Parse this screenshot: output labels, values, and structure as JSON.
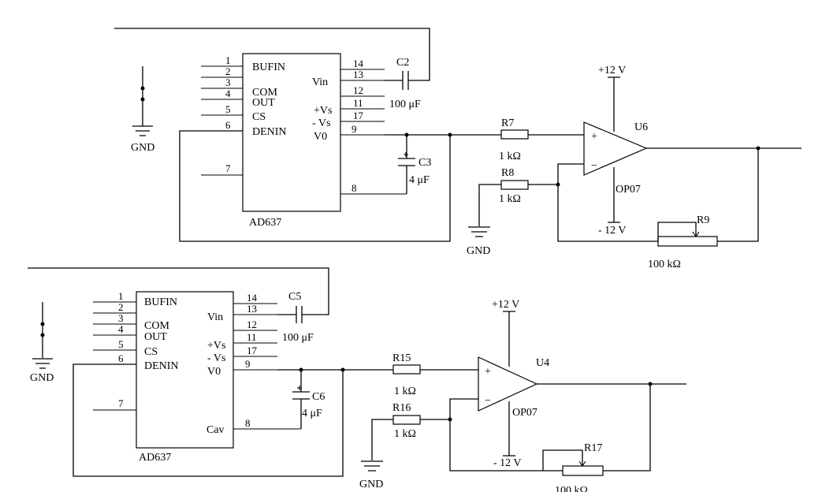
{
  "circuits": [
    {
      "chip": {
        "name": "AD637",
        "pin_labels": {
          "bufin": "BUFIN",
          "com": "COM",
          "out": "OUT",
          "cs": "CS",
          "denin": "DENIN",
          "vin": "Vin",
          "vs_pos": "+Vs",
          "vs_neg": "- Vs",
          "v0": "V0"
        },
        "pins": {
          "p1": "1",
          "p2": "2",
          "p3": "3",
          "p4": "4",
          "p5": "5",
          "p6": "6",
          "p7": "7",
          "p8": "8",
          "p9": "9",
          "p11": "11",
          "p12": "12",
          "p13": "13",
          "p14": "14",
          "p17": "17"
        }
      },
      "c_in": {
        "ref": "C2",
        "value": "100 μF"
      },
      "c_avg": {
        "ref": "C3",
        "value": "4 μF"
      },
      "r_in": {
        "ref": "R7",
        "value": "1 kΩ"
      },
      "r_g": {
        "ref": "R8",
        "value": "1 kΩ"
      },
      "r_f": {
        "ref": "R9",
        "value": "100 kΩ"
      },
      "opamp": {
        "ref": "U6",
        "type": "OP07",
        "plus": "+",
        "minus": "−",
        "vpos": "+12 V",
        "vneg": "- 12 V"
      },
      "gnd": [
        "GND",
        "GND"
      ]
    },
    {
      "chip": {
        "name": "AD637",
        "pin_labels": {
          "bufin": "BUFIN",
          "com": "COM",
          "out": "OUT",
          "cs": "CS",
          "denin": "DENIN",
          "vin": "Vin",
          "vs_pos": "+Vs",
          "vs_neg": "- Vs",
          "v0": "V0",
          "cav": "Cav"
        },
        "pins": {
          "p1": "1",
          "p2": "2",
          "p3": "3",
          "p4": "4",
          "p5": "5",
          "p6": "6",
          "p7": "7",
          "p8": "8",
          "p9": "9",
          "p11": "11",
          "p12": "12",
          "p13": "13",
          "p14": "14",
          "p17": "17"
        }
      },
      "c_in": {
        "ref": "C5",
        "value": "100 μF"
      },
      "c_avg": {
        "ref": "C6",
        "value": "4 μF"
      },
      "r_in": {
        "ref": "R15",
        "value": "1 kΩ"
      },
      "r_g": {
        "ref": "R16",
        "value": "1 kΩ"
      },
      "r_f": {
        "ref": "R17",
        "value": "100 kΩ"
      },
      "opamp": {
        "ref": "U4",
        "type": "OP07",
        "plus": "+",
        "minus": "−",
        "vpos": "+12 V",
        "vneg": "- 12 V"
      },
      "gnd": [
        "GND",
        "GND"
      ]
    }
  ]
}
